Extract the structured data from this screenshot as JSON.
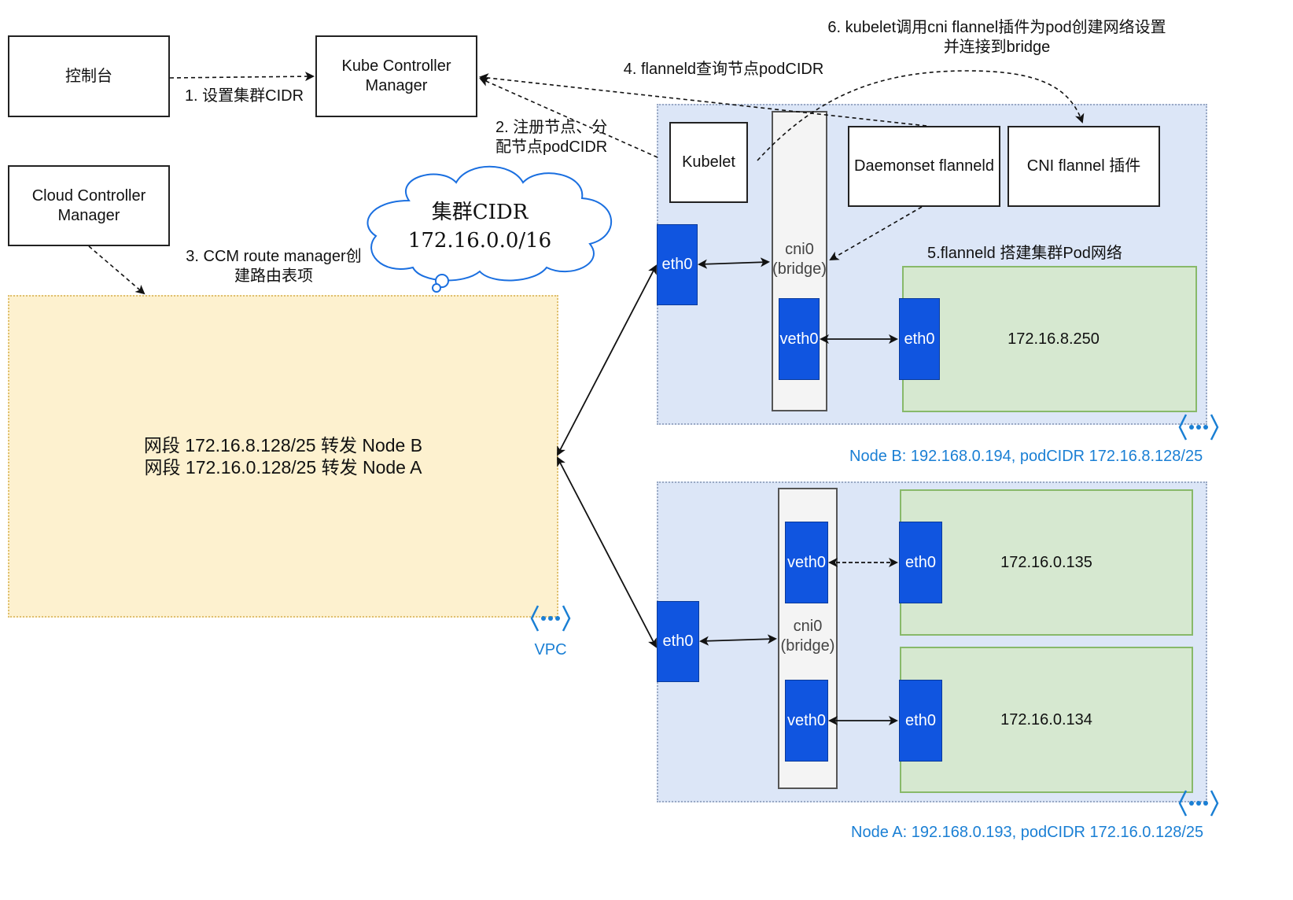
{
  "nodes": {
    "console": "控制台",
    "kcm": "Kube Controller\nManager",
    "ccm": "Cloud Controller\nManager",
    "kubelet": "Kubelet",
    "flanneld": "Daemonset flanneld",
    "cni_plugin": "CNI flannel 插件",
    "bridge_b": "cni0\n(bridge)",
    "bridge_a": "cni0\n(bridge)"
  },
  "steps": {
    "s1": "1. 设置集群CIDR",
    "s2": "2. 注册节点、分\n配节点podCIDR",
    "s3": "3. CCM route manager创\n建路由表项",
    "s4": "4. flanneld查询节点podCIDR",
    "s5": "5.flanneld 搭建集群Pod网络",
    "s6": "6. kubelet调用cni flannel插件为pod创建网络设置\n并连接到bridge"
  },
  "cloud": {
    "line1": "集群CIDR",
    "line2": "172.16.0.0/16"
  },
  "vpc": {
    "route1": "网段 172.16.8.128/25 转发 Node B",
    "route2": "网段 172.16.0.128/25 转发 Node A",
    "label": "VPC"
  },
  "node_b": {
    "label": "Node B: 192.168.0.194, podCIDR 172.16.8.128/25",
    "eth0": "eth0",
    "veth0": "veth0",
    "pod_eth0": "eth0",
    "pod_ip": "172.16.8.250"
  },
  "node_a": {
    "label": "Node A: 192.168.0.193, podCIDR 172.16.0.128/25",
    "eth0": "eth0",
    "veth0_1": "veth0",
    "pod1_eth0": "eth0",
    "pod1_ip": "172.16.0.135",
    "veth0_2": "veth0",
    "pod2_eth0": "eth0",
    "pod2_ip": "172.16.0.134"
  },
  "colors": {
    "interface": "#1055e0",
    "node_region": "#dce6f7",
    "vpc_area": "#fdf1cf",
    "pod_area": "#d6e8d0",
    "caption_blue": "#1a7fd4"
  },
  "icons": [
    "vpc-network-icon",
    "node-b-network-icon",
    "node-a-network-icon",
    "cloud-shape"
  ]
}
